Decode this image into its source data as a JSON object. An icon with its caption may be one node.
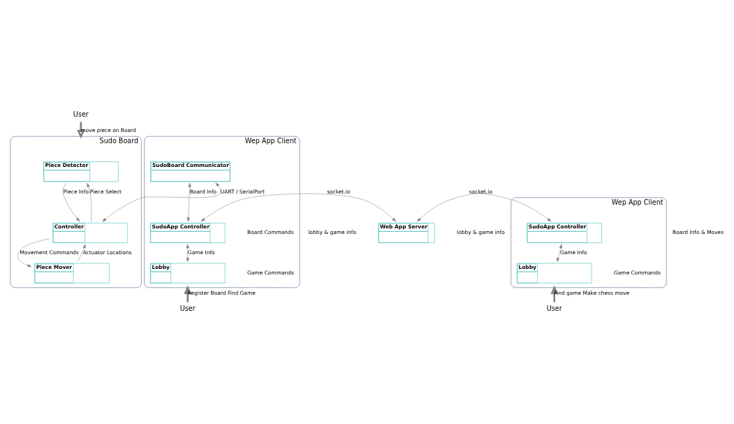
{
  "diagram": {
    "nodes": [
      {
        "text": [
          "User"
        ]
      },
      {
        "text": [
          "Sudo Board"
        ]
      },
      {
        "text": [
          "Piece Detector"
        ],
        "in": 1
      },
      {
        "text": [
          "Controller"
        ],
        "in": 1
      },
      {
        "text": [
          "Piece Mover"
        ],
        "in": 1
      },
      {
        "text": [
          "Wep App Client"
        ]
      },
      {
        "text": [
          "SudoBoard Communicator"
        ],
        "in": 5
      },
      {
        "text": [
          "SudoApp Controller"
        ],
        "in": 5
      },
      {
        "text": [
          "Lobby"
        ],
        "in": 5
      },
      {
        "text": [
          "Web App Server"
        ]
      },
      {
        "text": [
          "Wep App Client"
        ]
      },
      {
        "text": [
          "SudoApp Controller"
        ],
        "in": 10
      },
      {
        "text": [
          "Lobby"
        ],
        "in": 10
      },
      {
        "text": [
          "User"
        ]
      },
      {
        "text": [
          "User"
        ]
      }
    ],
    "edges": [
      {
        "from": 0,
        "to": 1,
        "arrow": "to",
        "label": "move piece on Board",
        "style": "thick"
      },
      {
        "from": 2,
        "to": 3,
        "arrow": "to",
        "label": "Piece Info"
      },
      {
        "from": 3,
        "to": 2,
        "arrow": "to",
        "label": "Piece Select"
      },
      {
        "from": 4,
        "to": 3,
        "arrow": "to",
        "label": "Actuator Locations"
      },
      {
        "from": 3,
        "to": 4,
        "arrow": "to",
        "label": "Movement Commands"
      },
      {
        "from": 3,
        "to": 6,
        "arrow": "both",
        "label": "UART / SerialPort"
      },
      {
        "from": 6,
        "to": 7,
        "arrow": "both",
        "label": "Board Info"
      },
      {
        "from": 7,
        "to": 8,
        "arrow": "both",
        "label": "Game Info"
      },
      {
        "from": 7,
        "to": 9,
        "arrow": "both",
        "label": "socket.io"
      },
      {
        "from": 9,
        "to": 11,
        "arrow": "both",
        "label": "socket.io"
      },
      {
        "from": 11,
        "to": 12,
        "arrow": "both",
        "label": "Game Info"
      },
      {
        "from": 13,
        "to": 5,
        "arrow": "to",
        "label": "Register Board Find Game",
        "style": "thick"
      },
      {
        "from": 14,
        "to": 10,
        "arrow": "to",
        "label": "Find game Make chess move",
        "style": "thick"
      }
    ],
    "labels": [
      "Board Info & Moves",
      "Board Commands",
      "lobby & game info",
      "Game Commands",
      "lobby & game info",
      "Game Commands"
    ]
  }
}
